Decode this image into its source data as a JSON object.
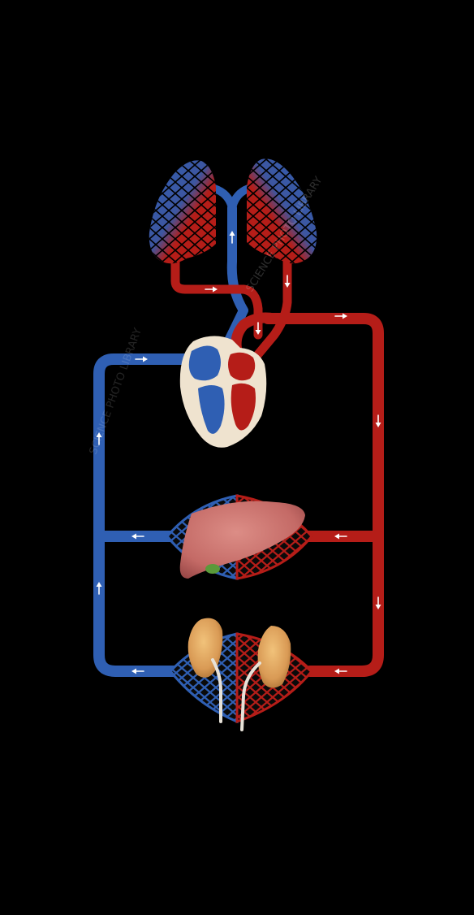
{
  "diagram": {
    "background": "#000000",
    "colors": {
      "deoxygenated": "#2f5fb3",
      "oxygenated": "#b51d18",
      "capillary_blue": "#2f5fb3",
      "capillary_red": "#b51d18",
      "heart_wall": "#efe3cf",
      "liver": "#c46a66",
      "kidney": "#d99a55",
      "ureter": "#e7e2d8",
      "arrow": "#ffffff",
      "watermark": "#ffffff"
    },
    "organs": [
      "lungs",
      "heart",
      "liver",
      "kidneys"
    ],
    "icons": {
      "flow_arrow": "arrow-icon"
    },
    "watermark_text": "SCIENCE PHOTO LIBRARY"
  }
}
